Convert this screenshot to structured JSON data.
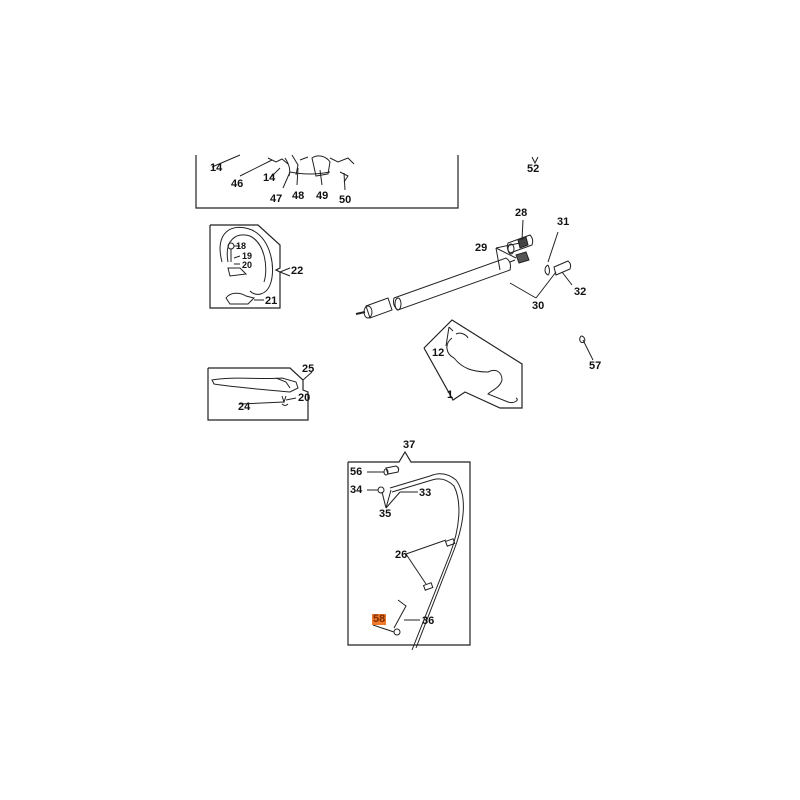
{
  "diagram": {
    "type": "exploded parts diagram",
    "highlight_color": "#f07a2a",
    "groups": [
      {
        "name": "engine-assembly-partial",
        "callouts": [
          "14",
          "46",
          "14",
          "47",
          "48",
          "49",
          "50"
        ]
      },
      {
        "name": "loop-handle-group",
        "callouts": [
          "18",
          "19",
          "20",
          "22",
          "21"
        ]
      },
      {
        "name": "shaft-group",
        "callouts": [
          "28",
          "29",
          "30",
          "31",
          "32"
        ]
      },
      {
        "name": "rear-handle-group",
        "callouts": [
          "12",
          "1"
        ]
      },
      {
        "name": "guard-group",
        "callouts": [
          "25",
          "20",
          "24"
        ]
      },
      {
        "name": "throttle-cable-group",
        "callouts": [
          "37",
          "56",
          "34",
          "33",
          "35",
          "26",
          "36",
          "58"
        ]
      },
      {
        "name": "loose-parts",
        "callouts": [
          "52",
          "57"
        ]
      }
    ]
  },
  "labels": {
    "l14a": "14",
    "l46": "46",
    "l14b": "14",
    "l47": "47",
    "l48": "48",
    "l49": "49",
    "l50": "50",
    "l52": "52",
    "l28": "28",
    "l31": "31",
    "l29": "29",
    "l30": "30",
    "l32": "32",
    "l18": "18",
    "l19": "19",
    "l20a": "20",
    "l22": "22",
    "l21": "21",
    "l12": "12",
    "l1": "1",
    "l57": "57",
    "l25": "25",
    "l20b": "20",
    "l24": "24",
    "l37": "37",
    "l56": "56",
    "l34": "34",
    "l33": "33",
    "l35": "35",
    "l26": "26",
    "l36": "36",
    "l58": "58"
  }
}
